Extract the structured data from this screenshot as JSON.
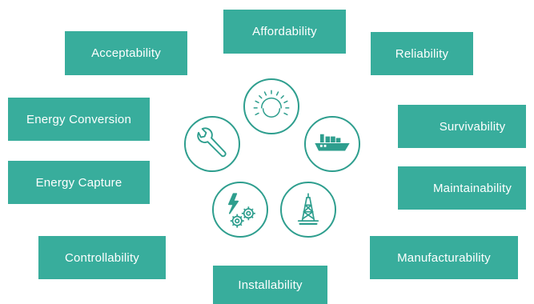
{
  "properties": {
    "affordability": "Affordability",
    "acceptability": "Acceptability",
    "reliability": "Reliability",
    "energy_conversion": "Energy Conversion",
    "survivability": "Survivability",
    "energy_capture": "Energy Capture",
    "maintainability": "Maintainability",
    "controllability": "Controllability",
    "manufacturability": "Manufacturability",
    "installability": "Installability"
  },
  "icons": [
    "sun-icon",
    "cargo-ship-icon",
    "oil-rig-icon",
    "energy-gears-icon",
    "wrench-icon"
  ],
  "colors": {
    "box_fill": "#38ad9c",
    "icon_stroke": "#2e9e8e",
    "text": "#ffffff"
  }
}
